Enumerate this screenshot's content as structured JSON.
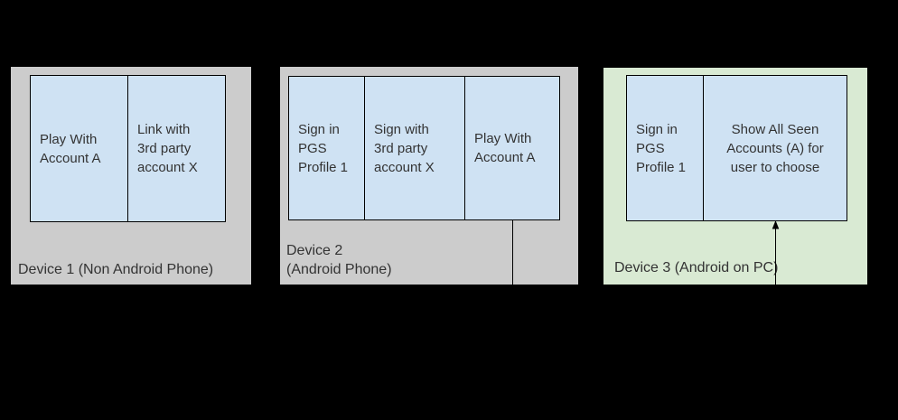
{
  "colors": {
    "background": "#000000",
    "device-gray": "#cccccc",
    "device-green": "#d9ead3",
    "step-blue": "#cfe2f3",
    "line": "#000000",
    "text": "#333333"
  },
  "devices": [
    {
      "label_lines": [
        "Device 1 (Non Android Phone)"
      ],
      "steps": [
        {
          "lines": [
            "Play With",
            "Account A"
          ]
        },
        {
          "lines": [
            "Link with",
            "3rd party",
            "account X"
          ]
        }
      ]
    },
    {
      "label_lines": [
        "Device 2",
        "(Android Phone)"
      ],
      "steps": [
        {
          "lines": [
            "Sign in",
            "PGS",
            "Profile 1"
          ]
        },
        {
          "lines": [
            "Sign with",
            "3rd party",
            "account X"
          ]
        },
        {
          "lines": [
            "Play With",
            "Account A"
          ]
        }
      ]
    },
    {
      "label_lines": [
        "Device 3 (Android on PC)"
      ],
      "steps": [
        {
          "lines": [
            "Sign in",
            "PGS",
            "Profile 1"
          ]
        },
        {
          "lines": [
            "Show All Seen",
            "Accounts (A) for",
            "user to choose"
          ]
        }
      ]
    }
  ]
}
